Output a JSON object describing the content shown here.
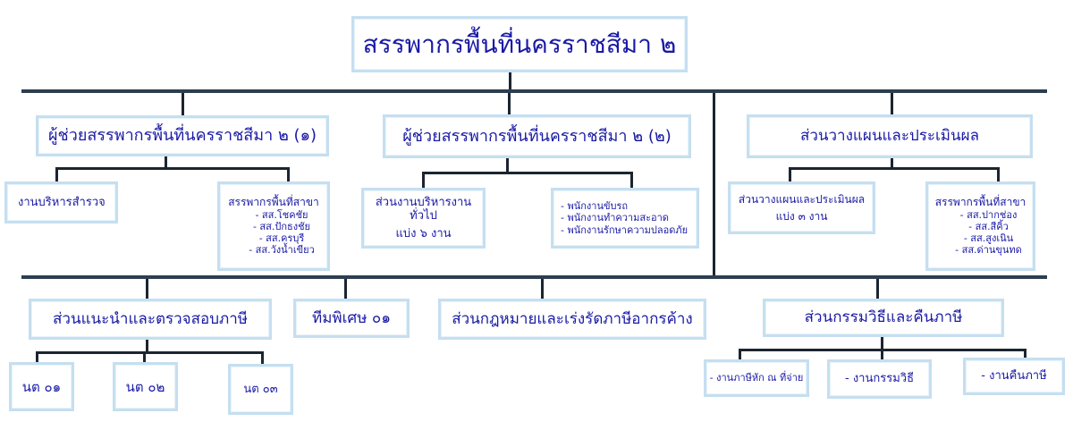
{
  "root": "สรรพากรพื้นที่นครราชสีมา ๒",
  "assistant1": {
    "title": "ผู้ช่วยสรรพากรพื้นที่นครราชสีมา ๒ (๑)",
    "survey": "งานบริหารสำรวจ",
    "branch_title": "สรรพากรพื้นที่สาขา",
    "branches": [
      "- สส.โชคชัย",
      "- สส.ปักธงชัย",
      "- สส.ครบุรี",
      "- สส.วังน้ำเขียว"
    ]
  },
  "assistant2": {
    "title": "ผู้ช่วยสรรพากรพื้นที่นครราชสีมา ๒ (๒)",
    "general_line1": "ส่วนงานบริหารงานทั่วไป",
    "general_line2": "แบ่ง ๖ งาน",
    "staff": [
      "- พนักงานขับรถ",
      "- พนักงานทำความสะอาด",
      "- พนักงานรักษาความปลอดภัย"
    ]
  },
  "planning": {
    "title": "ส่วนวางแผนและประเมินผล",
    "sub_line1": "ส่วนวางแผนและประเมินผล",
    "sub_line2": "แบ่ง ๓ งาน",
    "branch_title": "สรรพากรพื้นที่สาขา",
    "branches": [
      "- สส.ปากช่อง",
      "- สส.สีคิ้ว",
      "- สส.สูงเนิน",
      "- สส.ด่านขุนทด"
    ]
  },
  "audit": {
    "title": "ส่วนแนะนำและตรวจสอบภาษี",
    "units": [
      "นต ๐๑",
      "นต ๐๒",
      "นต ๐๓"
    ]
  },
  "special_team": "ทีมพิเศษ ๐๑",
  "legal": "ส่วนกฎหมายและเร่งรัดภาษีอากรค้าง",
  "procedures": {
    "title": "ส่วนกรรมวิธีและคืนภาษี",
    "units": [
      "- งานภาษีหัก ณ ที่จ่าย",
      "- งานกรรมวิธี",
      "- งานคืนภาษี"
    ]
  }
}
